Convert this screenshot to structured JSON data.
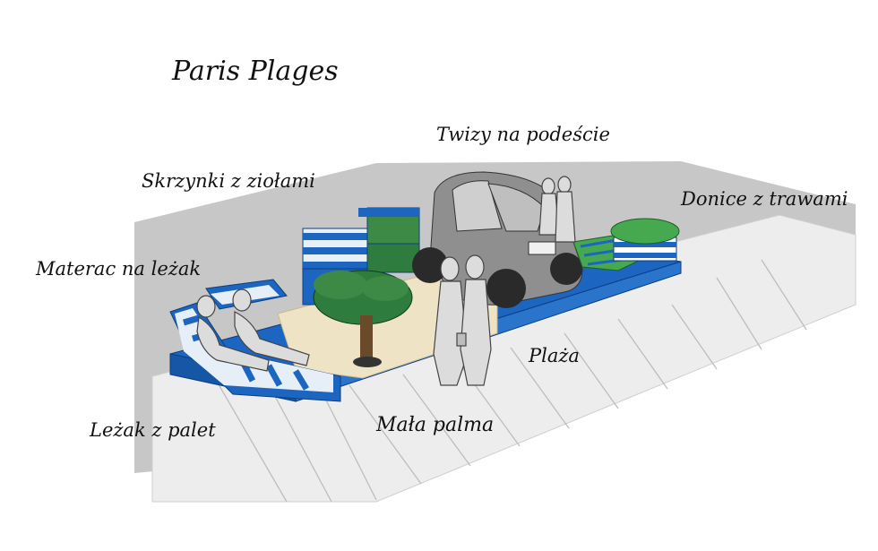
{
  "title": "Paris Plages",
  "labels": {
    "twizy": "Twizy na podeście",
    "herb_boxes": "Skrzynki z ziołami",
    "grass_planters": "Donice z trawami",
    "mattress": "Materac na leżak",
    "beach": "Plaża",
    "small_palm": "Mała palma",
    "pallet_lounger": "Leżak z palet"
  },
  "colors": {
    "ground": "#c7c7c7",
    "sidewalk": "#ededed",
    "pallet_blue": "#1c66c2",
    "stripe_light": "#e6eef7",
    "sand": "#eee3c4",
    "foliage": "#2f7d3e",
    "grass": "#46a84f",
    "car_gray": "#8f8f8f",
    "figure": "#dcdcdc"
  }
}
